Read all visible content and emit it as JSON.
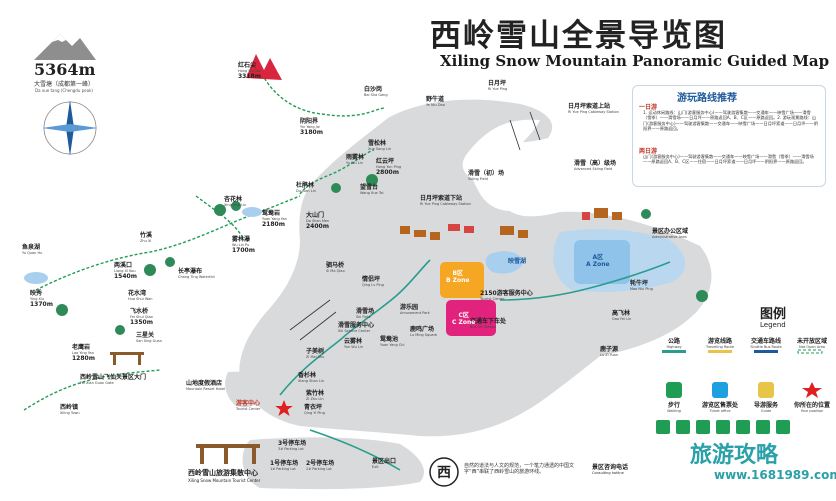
{
  "title": "西岭雪山全景导览图",
  "subtitle": "Xiling Snow Mountain Panoramic Guided Map",
  "peak": {
    "altitude": "5364m",
    "name": "大雪塘（成都第一峰）",
    "name_en": "Da xue tang (Chengdu peak)"
  },
  "places": {
    "hongshiguan": {
      "name": "红石尖",
      "en": "Hong Shi Jian",
      "alt": "3318m"
    },
    "baishaguan": {
      "name": "白沙岗",
      "en": "Bai Sha Gang"
    },
    "yinyangjie": {
      "name": "阴阳界",
      "en": "Yin Yang Jie",
      "alt": "3180m"
    },
    "yeniuping": {
      "name": "野牛道",
      "en": "Ye Niu Dao"
    },
    "riyueping": {
      "name": "日月坪",
      "en": "Ri Yue Ping"
    },
    "upper_station": {
      "name": "日月坪索道上站",
      "en": "Ri Yue Ping Cableway Station"
    },
    "yujingtai": {
      "name": "雨雾林",
      "en": "Yu Wu Lin"
    },
    "hongyunping": {
      "name": "红云坪",
      "en": "Hong Yun Ping",
      "alt": "2800m"
    },
    "maoxiaolin": {
      "name": "雪松林",
      "en": "Xue Song Lin"
    },
    "lower_station": {
      "name": "日月坪索道下站",
      "en": "Ri Yue Ping Cableway Station"
    },
    "ski_beginner": {
      "name": "滑雪（初）场",
      "en": "Skiing Field"
    },
    "ski_advanced": {
      "name": "滑雪（高）级场",
      "en": "Advanced Skiing Field"
    },
    "duxianqiao": {
      "name": "杜鹃林",
      "en": "Du Juan Lin"
    },
    "wangyuetai": {
      "name": "望雪台",
      "en": "Wang Xue Tai"
    },
    "dashanling": {
      "name": "大山门",
      "en": "Da Shan Men",
      "alt": "2400m"
    },
    "yinglinpu": {
      "name": "杏花林",
      "en": "Xing Hua Lin"
    },
    "guiyugou": {
      "name": "鸳鸯岩",
      "en": "Yuan Yang Yan",
      "alt": "2180m"
    },
    "wuzibao": {
      "name": "雾林瀑",
      "en": "Wu Lin Pu",
      "alt": "1700m"
    },
    "zhuwu": {
      "name": "竹溪",
      "en": "Zhu Xi"
    },
    "changtingbu": {
      "name": "长亭瀑布",
      "en": "Chang Ting Waterfall"
    },
    "yuanyuanhai": {
      "name": "鱼泉湖",
      "en": "Yu Quan Hu"
    },
    "longyankou": {
      "name": "两溪口",
      "en": "Liang Xi Kou",
      "alt": "1540m"
    },
    "haizi": {
      "name": "映秀",
      "en": "Ying Xiu",
      "alt": "1370m"
    },
    "huashuitan": {
      "name": "花水湾",
      "en": "Hua Shui Wan"
    },
    "feiquanling": {
      "name": "飞水桥",
      "en": "Fei Shui Qiao",
      "alt": "1350m"
    },
    "sanxingtian": {
      "name": "三星关",
      "en": "San Xing Guan"
    },
    "pozidiao": {
      "name": "老鹰岩",
      "en": "Lao Ying Yan",
      "alt": "1280m"
    },
    "feixianwan": {
      "name": "西岭雪山飞仙关景区大门",
      "en": "Fei Xian Guan Gate"
    },
    "xilingzhen": {
      "name": "西岭镇",
      "en": "Xiling Town"
    },
    "jingmahu": {
      "name": "驷马桥",
      "en": "Si Ma Qiao"
    },
    "tianmaqiao": {
      "name": "情侣坪",
      "en": "Qing Lv Ping"
    },
    "huaxuefa": {
      "name": "滑雪服务中心",
      "en": "Ski Service Center"
    },
    "qingshahe": {
      "name": "滑雪场",
      "en": "Ski Field"
    },
    "yunmiaoya": {
      "name": "云雾林",
      "en": "Yun Wu Lin"
    },
    "zizhongwu": {
      "name": "子美树",
      "en": "Zi Mei Shu"
    },
    "pinghuai": {
      "name": "游乐园",
      "en": "Amusement Park"
    },
    "diaopuju": {
      "name": "鹿鸣广场",
      "en": "Lu Ming Square"
    },
    "hupanyou": {
      "name": "鸳鸯池",
      "en": "Yuan Yang Chi"
    },
    "hongchiyu": {
      "name": "香杉林",
      "en": "Xiang Shan Lin"
    },
    "qingzhuyu": {
      "name": "紫竹林",
      "en": "Zi Zhu Lin"
    },
    "qingcaowu": {
      "name": "青衣坪",
      "en": "Qing Yi Ping"
    },
    "mountain_station": {
      "name": "山地度假酒店",
      "en": "Mountain Resort Hotel"
    },
    "visitor_center": {
      "name": "游客中心",
      "en": "Tourist Center"
    },
    "station_2150": {
      "name": "2150游客服务中心",
      "en": "Tourist Center"
    },
    "transit_station": {
      "name": "交通车下车处",
      "en": "Bus Off Station"
    },
    "admin_area": {
      "name": "景区办公区域",
      "en": "Administrative Area"
    },
    "maoniuping": {
      "name": "牦牛坪",
      "en": "Mao Niu Ping"
    },
    "gaofeilin": {
      "name": "高飞林",
      "en": "Gao Fei Lin"
    },
    "yuzitai": {
      "name": "鹿子源",
      "en": "Lu Zi Yuan"
    },
    "parking_3": {
      "name": "3号停车场",
      "en": "3# Parking Lot"
    },
    "parking_1": {
      "name": "1号停车场",
      "en": "1# Parking Lot"
    },
    "parking_2": {
      "name": "2号停车场",
      "en": "2# Parking Lot"
    },
    "exit": {
      "name": "景区出口",
      "en": "Exit"
    }
  },
  "zones": {
    "a": {
      "name": "A区",
      "en": "A Zone"
    },
    "b": {
      "name": "B区",
      "en": "B Zone"
    },
    "c": {
      "name": "C区",
      "en": "C Zone"
    },
    "lake": {
      "name": "映雪湖"
    }
  },
  "routes": {
    "title": "游玩路线推荐",
    "day1": "一日游",
    "day1_text": "1. 运动休闲路线：山门(游客服务中心)——驾驶游客集散——交通车——映雪广场——滑雪（雪季）——滑雪场——日月坪——原路返回A、B、C区——原路返回。2. 游玩观景路线：山门(游客服务中心)——驾驶游客集散——交通车——映雪广场——日月坪索道——日月坪——阴阳界——原路返回。",
    "day2": "两日游",
    "day2_text": "山门(游客服务中心)——驾驶游客集散——交通车——映雪广场——滑雪（雪季）——滑雪场——原路返回A、B、C区——住宿——日月坪索道——日月坪——阴阳界——原路返回。"
  },
  "legend": {
    "title": "图例",
    "title_en": "Legend",
    "items": [
      {
        "name": "公路",
        "en": "Highway"
      },
      {
        "name": "游览线路",
        "en": "Travelling Route"
      },
      {
        "name": "交通车路线",
        "en": "Shuttle Bus Route"
      },
      {
        "name": "未开放区域",
        "en": "Not Open Area"
      },
      {
        "name": "步行",
        "en": "Walking"
      },
      {
        "name": "游览区售票处",
        "en": "Ticket office"
      },
      {
        "name": "导游服务",
        "en": "Guide"
      },
      {
        "name": "你所在的位置",
        "en": "Your position"
      }
    ]
  },
  "tourism_center": {
    "name": "西岭雪山旅游集散中心",
    "en": "Xiling Snow Mountain Tourist Center"
  },
  "slogan": "自然的道法与人文的规范，一个笔力通透的中国文字“西”串联了西岭雪山的旅游环线。",
  "consult": {
    "name": "景区咨询电话",
    "en": "Consulting hotline"
  },
  "watermark": {
    "brand": "旅游攻略",
    "url": "www.1681989.com"
  }
}
